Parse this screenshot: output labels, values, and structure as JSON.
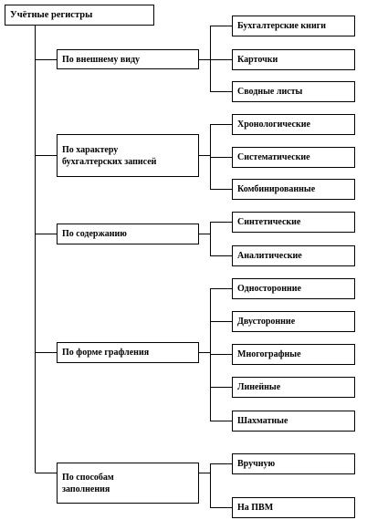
{
  "root": {
    "label": "Учётные регистры"
  },
  "groups": [
    {
      "label": "По внешнему виду",
      "items": [
        "Бухгалтерские  книги",
        "Карточки",
        "Сводные листы"
      ]
    },
    {
      "label": "По характеру\nбухгалтерских   записей",
      "items": [
        "Хронологические",
        "Систематические",
        "Комбинированные"
      ]
    },
    {
      "label": "По содержанию",
      "items": [
        "Синтетические",
        "Аналитические"
      ]
    },
    {
      "label": "По форме графления",
      "items": [
        "Односторонние",
        "Двусторонние",
        "Многографные",
        "Линейные",
        "Шахматные"
      ]
    },
    {
      "label": "По способам\nзаполнения",
      "items": [
        "Вручную",
        "На ПВМ"
      ]
    }
  ]
}
